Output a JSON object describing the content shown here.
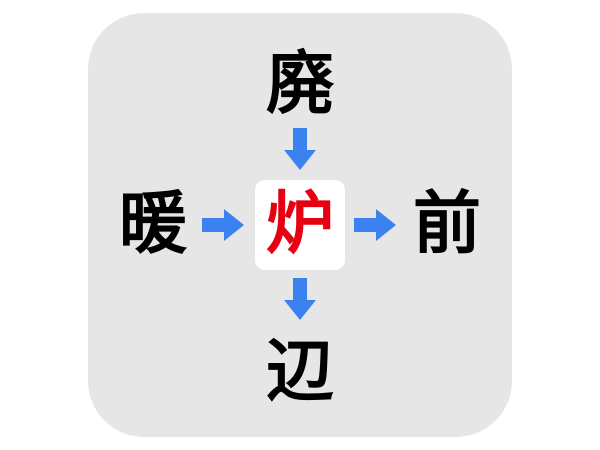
{
  "puzzle": {
    "type": "kanji-crossword",
    "top": "廃",
    "left": "暖",
    "right": "前",
    "bottom": "辺",
    "center_answer": "炉",
    "words_formed": [
      "廃炉",
      "暖炉",
      "炉前",
      "炉辺"
    ]
  },
  "colors": {
    "panel_background": "#e6e6e6",
    "center_box_background": "#ffffff",
    "answer_color": "#e60012",
    "clue_color": "#000000",
    "arrow_color": "#3b82f0"
  },
  "icons": {
    "arrow_top": "arrow-down-icon",
    "arrow_left": "arrow-right-icon",
    "arrow_right": "arrow-right-icon",
    "arrow_bottom": "arrow-down-icon"
  }
}
